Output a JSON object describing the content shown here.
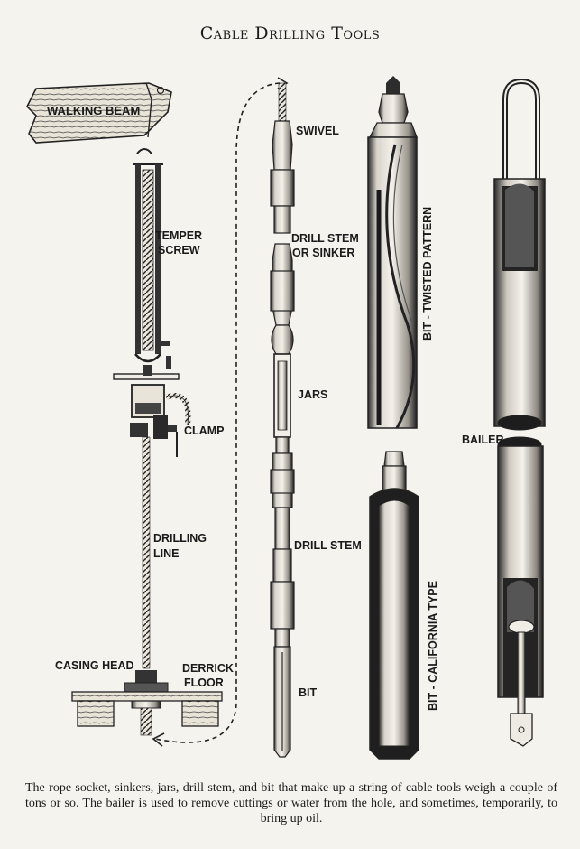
{
  "title": "Cable Drilling Tools",
  "labels": {
    "walking_beam": "WALKING BEAM",
    "temper_screw_1": "TEMPER",
    "temper_screw_2": "SCREW",
    "clamp": "CLAMP",
    "drilling_line_1": "DRILLING",
    "drilling_line_2": "LINE",
    "casing_head": "CASING HEAD",
    "derrick_floor_1": "DERRICK",
    "derrick_floor_2": "FLOOR",
    "swivel": "SWIVEL",
    "drill_stem_sinker_1": "DRILL STEM",
    "drill_stem_sinker_2": "OR SINKER",
    "jars": "JARS",
    "drill_stem": "DRILL STEM",
    "bit": "BIT",
    "bit_twisted": "BIT - TWISTED PATTERN",
    "bit_california": "BIT - CALIFORNIA TYPE",
    "bailer": "BAILER"
  },
  "caption": "The rope socket, sinkers, jars, drill stem, and bit that make up a string of cable tools weigh a couple of tons or so. The bailer is used to remove cuttings or water from the hole, and sometimes, temporarily, to bring up oil."
}
